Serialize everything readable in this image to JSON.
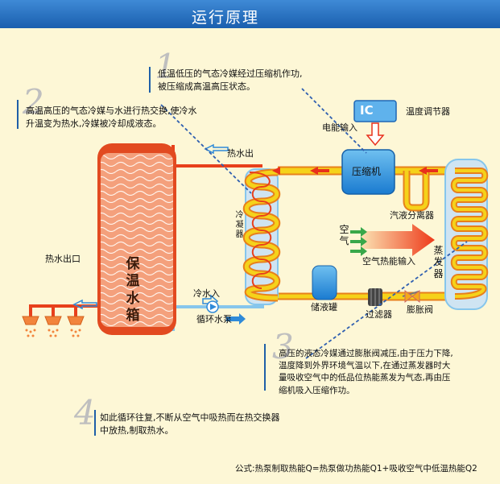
{
  "header": {
    "title": "运行原理"
  },
  "labels": {
    "ic": "IC",
    "thermostat": "温度调节器",
    "power_input": "电能输入",
    "compressor": "压缩机",
    "separator": "汽液分离器",
    "air": "空气",
    "air_energy_input": "空气热能输入",
    "evaporator": "蒸发器",
    "expansion_valve": "膨胀阀",
    "filter": "过滤器",
    "receiver": "储液罐",
    "condenser": "冷凝器",
    "hot_water_out": "热水出",
    "cold_water_in": "冷水入",
    "circulation_pump": "循环水泵",
    "hot_water_outlet": "热水出口",
    "tank": "保温水箱"
  },
  "notes": [
    {
      "num": "1",
      "text": "低温低压的气态冷媒经过压缩机作功,\n被压缩成高温高压状态。"
    },
    {
      "num": "2",
      "text": "高温高压的气态冷媒与水进行热交换,使冷水\n升温变为热水,冷媒被冷却成液态。"
    },
    {
      "num": "3",
      "text": "高压的液态冷媒通过膨胀阀减压,由于压力下降,\n温度降到外界环境气温以下,在通过蒸发器时大\n量吸收空气中的低品位热能蒸发为气态,再由压\n缩机吸入压缩作功。"
    },
    {
      "num": "4",
      "text": "如此循环往复,不断从空气中吸热而在热交换器\n中放热,制取热水。"
    }
  ],
  "formula": "公式:热泵制取热能Q=热泵做功热能Q1+吸收空气中低温热能Q2",
  "colors": {
    "header": "#1f67b5",
    "hot_pipe": "#e8401c",
    "refrigerant": "#f5d21a",
    "cold_pipe": "#86c6ec",
    "background": "#fdf7d6"
  }
}
